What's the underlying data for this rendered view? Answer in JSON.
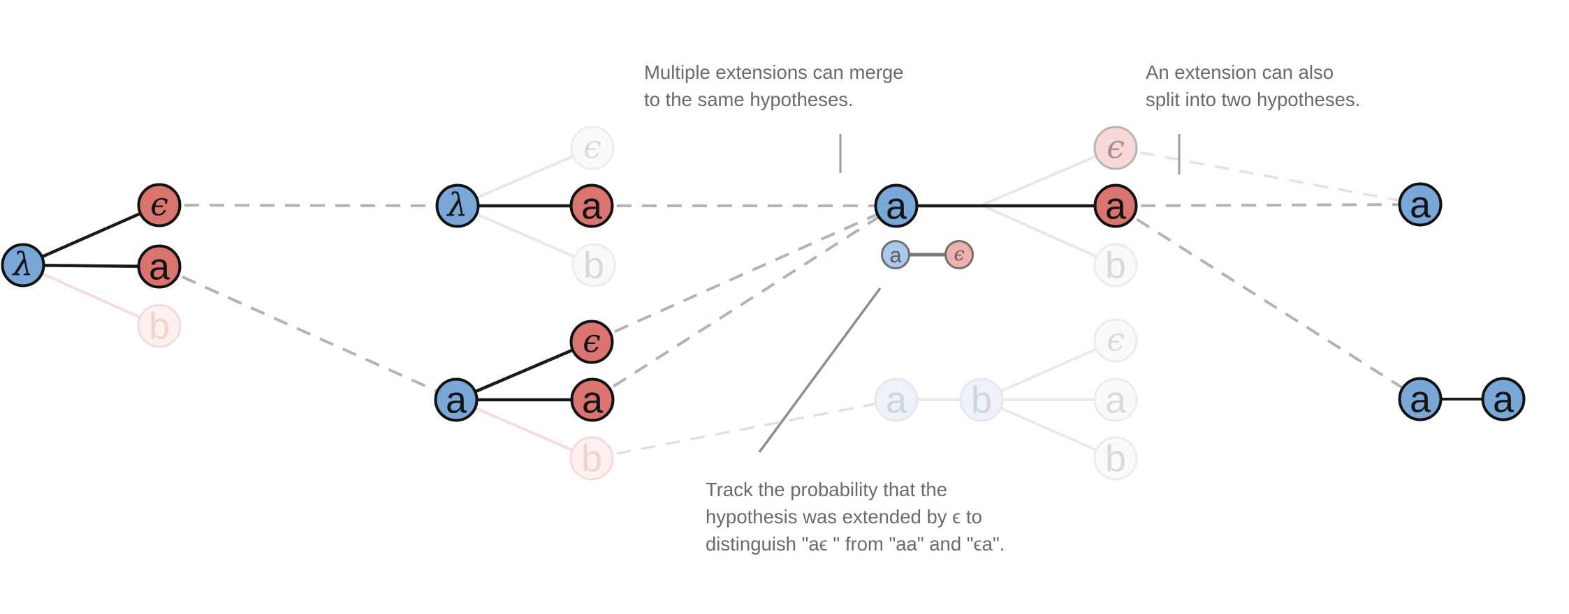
{
  "figure": {
    "description_labels": {
      "merge_note_line1": "Multiple extensions can merge",
      "merge_note_line2": "to the same hypotheses.",
      "split_note_line1": "An extension can also",
      "split_note_line2": "split into two hypotheses.",
      "track_note_line1": "Track the probability that the",
      "track_note_line2": "hypothesis was extended by ϵ to",
      "track_note_line3": "distinguish \"aϵ \" from \"aa\" and \"ϵa\"."
    }
  },
  "symbols": {
    "lambda": "λ",
    "epsilon": "ϵ",
    "a": "a",
    "b": "b"
  },
  "nodes": {
    "t0_lambda": {
      "label": "λ",
      "state": "active-blue"
    },
    "t0_eps": {
      "label": "ϵ",
      "state": "active-red"
    },
    "t0_a": {
      "label": "a",
      "state": "active-red"
    },
    "t0_b": {
      "label": "b",
      "state": "pruned-pink"
    },
    "t1a_lambda": {
      "label": "λ",
      "state": "active-blue"
    },
    "t1a_eps": {
      "label": "ϵ",
      "state": "pruned-gray"
    },
    "t1a_a": {
      "label": "a",
      "state": "active-red"
    },
    "t1a_b": {
      "label": "b",
      "state": "pruned-gray"
    },
    "t1b_a": {
      "label": "a",
      "state": "active-blue"
    },
    "t1b_eps": {
      "label": "ϵ",
      "state": "active-red"
    },
    "t1b_a2": {
      "label": "a",
      "state": "active-red"
    },
    "t1b_b": {
      "label": "b",
      "state": "pruned-pink"
    },
    "t2_a": {
      "label": "a",
      "state": "active-blue"
    },
    "t2_eps": {
      "label": "ϵ",
      "state": "pruned-pink-strong"
    },
    "t2_a2": {
      "label": "a",
      "state": "active-red"
    },
    "t2_b": {
      "label": "b",
      "state": "pruned-gray"
    },
    "small_a": {
      "label": "a",
      "state": "probability-marker-blue"
    },
    "small_eps": {
      "label": "ϵ",
      "state": "probability-marker-pink"
    },
    "chain_a": {
      "label": "a",
      "state": "pruned-blue"
    },
    "chain_b": {
      "label": "b",
      "state": "pruned-blue"
    },
    "chain_eps": {
      "label": "ϵ",
      "state": "pruned-gray"
    },
    "chain_a2": {
      "label": "a",
      "state": "pruned-gray"
    },
    "chain_b2": {
      "label": "b",
      "state": "pruned-gray"
    },
    "t3_a": {
      "label": "a",
      "state": "active-blue"
    },
    "t3b_a1": {
      "label": "a",
      "state": "active-blue"
    },
    "t3b_a2": {
      "label": "a",
      "state": "active-blue"
    }
  },
  "colors": {
    "node_blue": "#79a7d7",
    "node_red": "#d9746f",
    "node_faded_pink": "#fdf1f0",
    "node_faded_gray": "#fafafa",
    "node_faded_pink_strong": "#f8d9d8",
    "node_faded_blue": "#edf2f8",
    "small_blue": "#abc9e9",
    "small_pink": "#efb0ad",
    "edge_black": "#1a1a1a",
    "edge_dashed_gray": "#b3b3b3",
    "edge_pale_pink": "#f6dcda",
    "edge_pale_gray": "#e8e8e8",
    "note_text": "#6a6a6a"
  }
}
